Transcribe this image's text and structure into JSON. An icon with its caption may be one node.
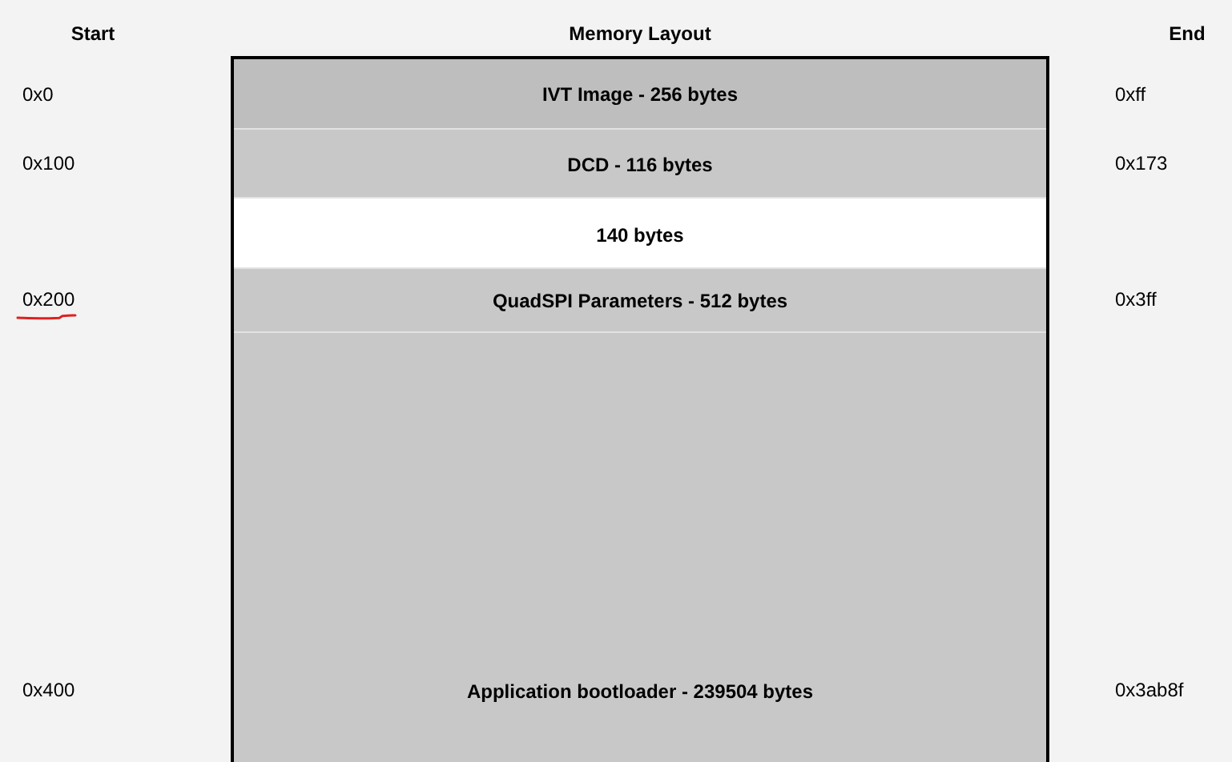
{
  "diagram": {
    "nodes": [
      {
        "text": [
          "Memory Layout"
        ]
      },
      {
        "text": [
          "IVT Image - 256 bytes"
        ],
        "in": 0
      },
      {
        "text": [
          "DCD - 116 bytes"
        ],
        "in": 0
      },
      {
        "text": [
          "140 bytes"
        ],
        "in": 0
      },
      {
        "text": [
          "QuadSPI Parameters - 512 bytes"
        ],
        "in": 0
      },
      {
        "text": [
          "Application bootloader - 239504 bytes"
        ],
        "in": 0
      }
    ],
    "labels": [
      "Start",
      "End",
      "0x0",
      "0xff",
      "0x100",
      "0x173",
      "0x200",
      "0x3ff",
      "0x400",
      "0x3ab8f"
    ]
  }
}
